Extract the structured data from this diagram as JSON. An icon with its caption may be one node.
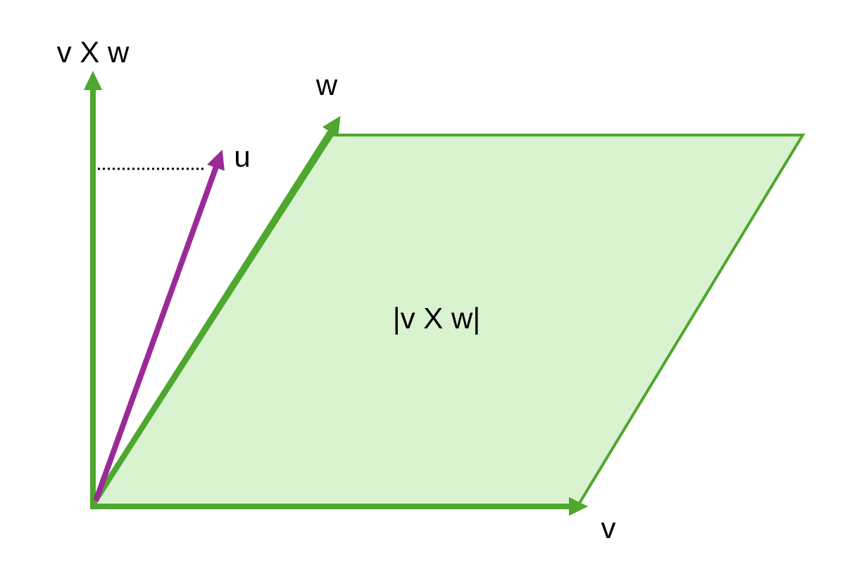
{
  "diagram": {
    "nodes": [
      {
        "text": [
          "|v X w|"
        ]
      }
    ],
    "labels": [
      "v X w",
      "w",
      "u",
      "v"
    ]
  }
}
